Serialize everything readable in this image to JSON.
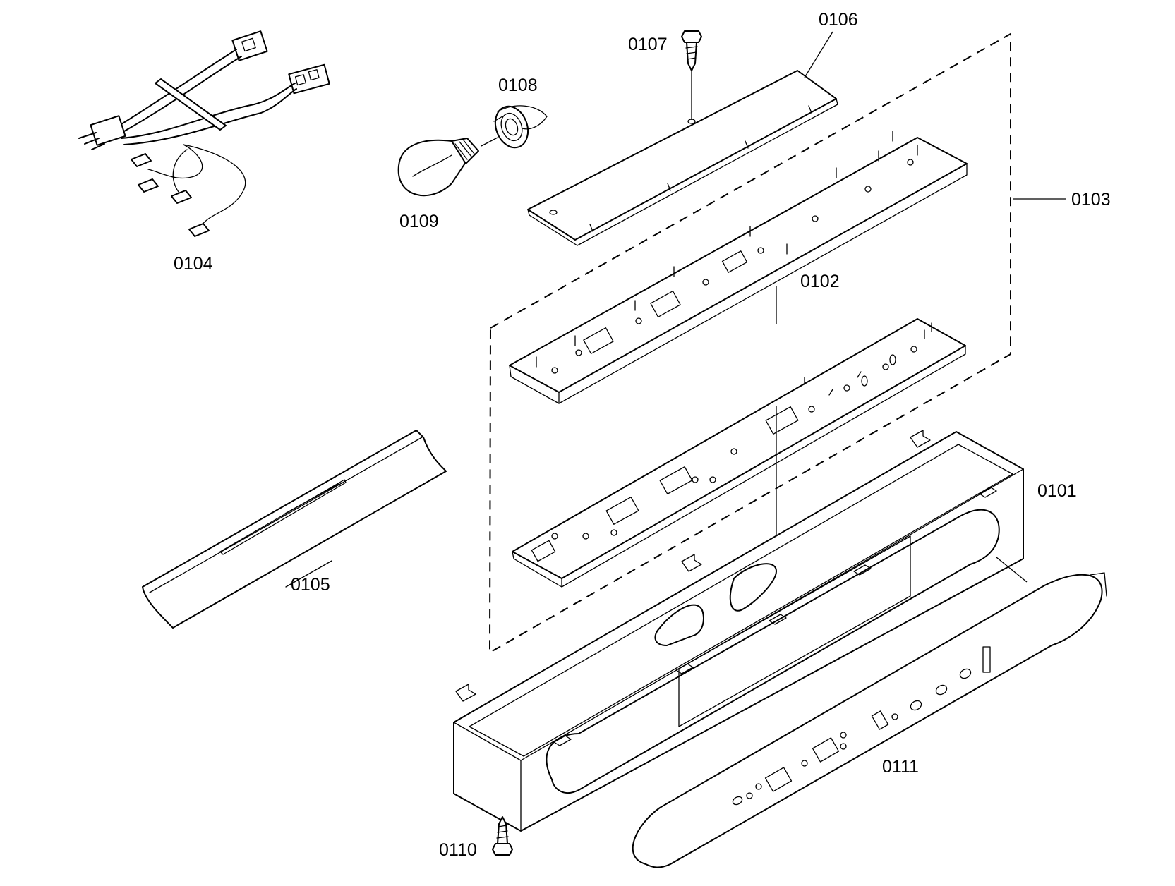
{
  "labels": {
    "p0101": "0101",
    "p0102": "0102",
    "p0103": "0103",
    "p0104": "0104",
    "p0105": "0105",
    "p0106": "0106",
    "p0107": "0107",
    "p0108": "0108",
    "p0109": "0109",
    "p0110": "0110",
    "p0111": "0111"
  }
}
